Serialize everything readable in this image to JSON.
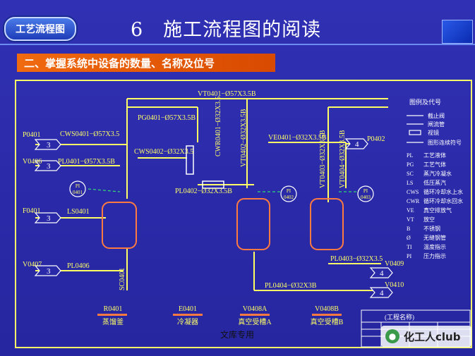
{
  "header": {
    "badge": "工艺流程图",
    "title": "6　施工流程图的阅读"
  },
  "section": {
    "heading": "二、掌握系统中设备的数量、名称及位号"
  },
  "lines": {
    "vt0401": "VT0401−Ø57X3.5B",
    "pg0401": "PG0401−Ø57X3.5B",
    "cws0401": "CWS0401−Ø57X3.5",
    "cws0402": "CWS0402−Ø32X3.5",
    "cwr0401": "CWR0401−Ø32X3.5",
    "pl0401": "PL0401−Ø57X3.5B",
    "pl0402": "PL0402−Ø32X3.5B",
    "vt0402": "VT0402−Ø32X3.5B",
    "ve0401": "VE0401−Ø32X3.5B",
    "vt0403": "VT0403−Ø32X3.5B",
    "vt0404": "VT0404−Ø32X3.5B",
    "ls0401": "LS0401",
    "pl0406": "PL0406",
    "sc0401": "SC0401",
    "pl0403": "PL0403−Ø32X3.5",
    "pl0404": "PL0404−Ø32X3B"
  },
  "connectors": {
    "p0401": "P0401",
    "v0406": "V0406",
    "f0401": "F0401",
    "v0407": "V0407",
    "p0402": "P0402",
    "v0409": "V0409",
    "v0410": "V0410",
    "n3a": "3",
    "n3b": "3",
    "n3c": "3",
    "n3d": "3",
    "n4a": "4",
    "n4b": "4",
    "n4c": "4"
  },
  "instruments": {
    "pi_top": "PI",
    "pi_bot": "0401",
    "pi2_top": "PI",
    "pi2_bot": "0402",
    "pi3_top": "PI",
    "pi3_bot": "0403"
  },
  "equipment": [
    {
      "tag": "R0401",
      "name": "蒸馏釜"
    },
    {
      "tag": "E0401",
      "name": "冷凝器"
    },
    {
      "tag": "V0408A",
      "name": "真空受槽A"
    },
    {
      "tag": "V0408B",
      "name": "真空受槽B"
    }
  ],
  "legend": {
    "title": "图例及代号",
    "symbols": [
      "截止阀",
      "闸流管",
      "视镜",
      "图形连续符号"
    ],
    "codes": [
      {
        "code": "PL",
        "desc": "工艺液体"
      },
      {
        "code": "PG",
        "desc": "工艺气体"
      },
      {
        "code": "SC",
        "desc": "蒸汽冷凝水"
      },
      {
        "code": "LS",
        "desc": "低压蒸汽"
      },
      {
        "code": "CWS",
        "desc": "循环冷却水上水"
      },
      {
        "code": "CWR",
        "desc": "循环冷却水回水"
      },
      {
        "code": "VE",
        "desc": "真空排放气"
      },
      {
        "code": "VT",
        "desc": "放空"
      },
      {
        "code": "B",
        "desc": "不锈钢"
      },
      {
        "code": "Ø",
        "desc": "无缝钢管"
      },
      {
        "code": "TI",
        "desc": "温度指示"
      },
      {
        "code": "PI",
        "desc": "压力指示"
      }
    ]
  },
  "titleblock": {
    "label": "(工程名称)"
  },
  "footer": {
    "text": "文库专用"
  },
  "watermark": {
    "text": "化工人club"
  },
  "colors": {
    "line": "#ffff66",
    "vessel": "#ff7a40",
    "bg": "#2a2aa8",
    "accent": "#f06a10"
  }
}
